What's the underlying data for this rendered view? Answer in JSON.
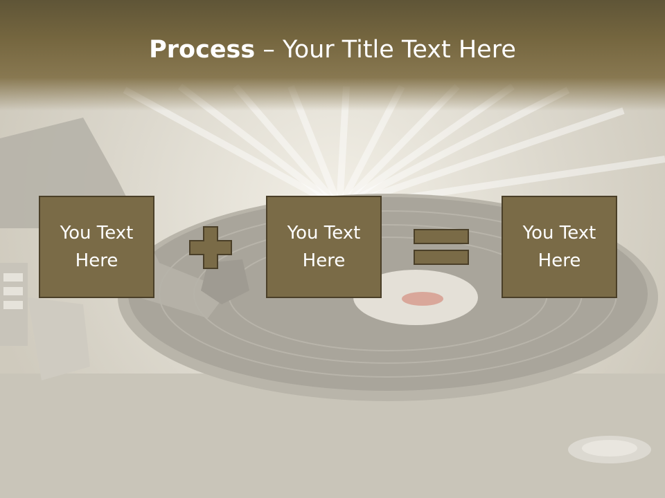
{
  "slide": {
    "title_bold": "Process",
    "title_rest": " – Your Title Text Here"
  },
  "process": {
    "boxes": [
      {
        "label": "You Text Here"
      },
      {
        "label": "You Text Here"
      },
      {
        "label": "You Text Here"
      }
    ],
    "operators": [
      "plus-icon",
      "equals-icon"
    ]
  },
  "colors": {
    "header": "#75663f",
    "box_fill": "#7a6b47",
    "box_border": "#4a3f28",
    "text": "#ffffff"
  }
}
